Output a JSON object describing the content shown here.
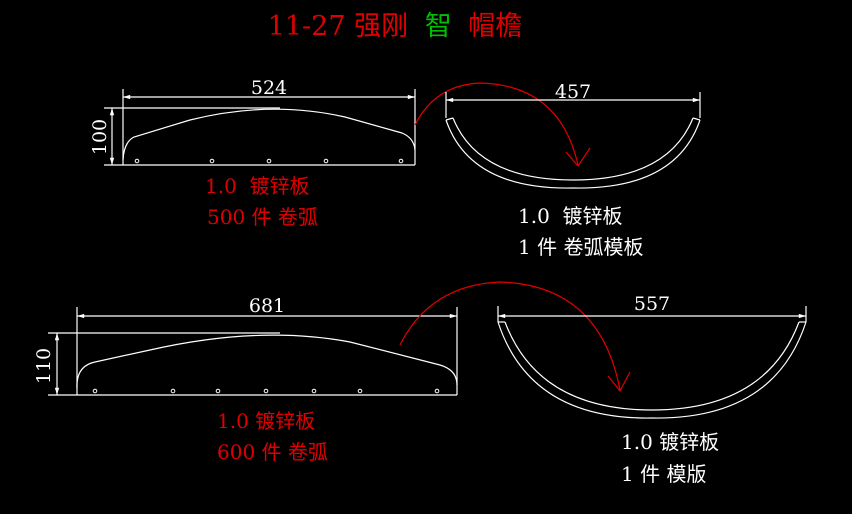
{
  "title": {
    "part1": "11-27 强刚",
    "part2": "智",
    "part3": "帽檐"
  },
  "colors": {
    "red": "#e00000",
    "green": "#00c000",
    "white": "#ffffff",
    "background": "#000000"
  },
  "part1": {
    "width_dim": "524",
    "height_dim": "100",
    "label1": "1.0  镀锌板",
    "label2": "500 件 卷弧"
  },
  "arc1": {
    "width_dim": "457",
    "label1": "1.0  镀锌板",
    "label2": "1 件 卷弧模板"
  },
  "part2": {
    "width_dim": "681",
    "height_dim": "110",
    "label1": "1.0 镀锌板",
    "label2": "600 件 卷弧"
  },
  "arc2": {
    "width_dim": "557",
    "label1": "1.0 镀锌板",
    "label2": "1 件 模版"
  }
}
